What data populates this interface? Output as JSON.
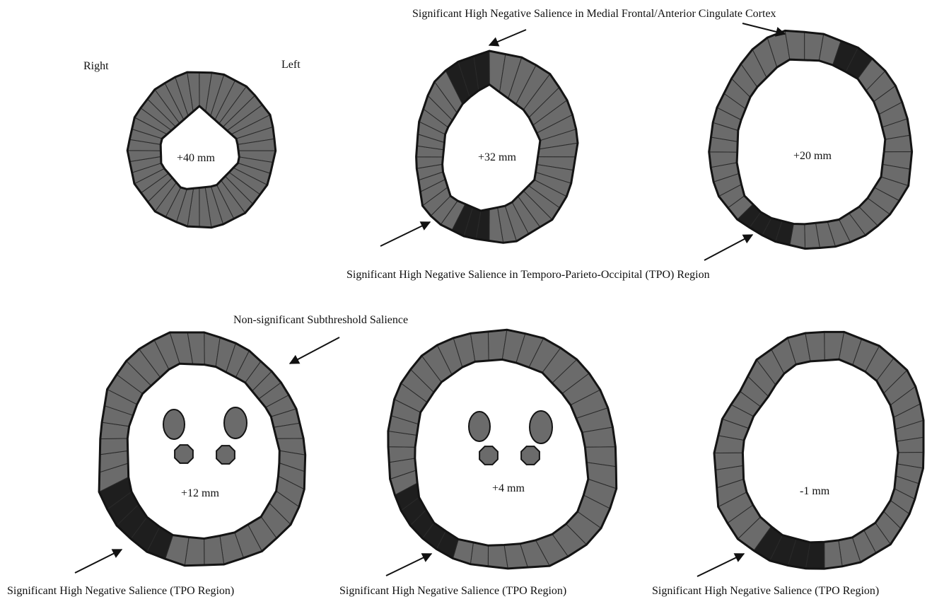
{
  "orientation": {
    "right": "Right",
    "left": "Left"
  },
  "colors": {
    "ring": "#6b6b6b",
    "dark": "#1e1e1e",
    "outline": "#141414",
    "seg": "#2a2a2a",
    "text": "#111111"
  },
  "slices": [
    {
      "id": "s40",
      "label": "+40 mm",
      "dark_regions": []
    },
    {
      "id": "s32",
      "label": "+32 mm",
      "dark_regions": [
        "Medial Frontal/Anterior Cingulate Cortex",
        "TPO Region"
      ]
    },
    {
      "id": "s20",
      "label": "+20 mm",
      "dark_regions": [
        "Medial Frontal/Anterior Cingulate Cortex",
        "TPO Region"
      ]
    },
    {
      "id": "s12",
      "label": "+12 mm",
      "dark_regions": [
        "TPO Region"
      ]
    },
    {
      "id": "s4",
      "label": "+4 mm",
      "dark_regions": [
        "TPO Region"
      ]
    },
    {
      "id": "sm1",
      "label": "-1 mm",
      "dark_regions": [
        "TPO Region"
      ]
    }
  ],
  "annotations": {
    "acc": "Significant High Negative Salience in Medial Frontal/Anterior Cingulate Cortex",
    "tpo_top": "Significant High Negative Salience in Temporo-Parieto-Occipital (TPO) Region",
    "subthreshold": "Non-significant Subthreshold Salience",
    "tpo_12": "Significant High Negative Salience (TPO Region)",
    "tpo_4": "Significant High Negative Salience (TPO Region)",
    "tpo_m1": "Significant High Negative Salience (TPO Region)"
  }
}
